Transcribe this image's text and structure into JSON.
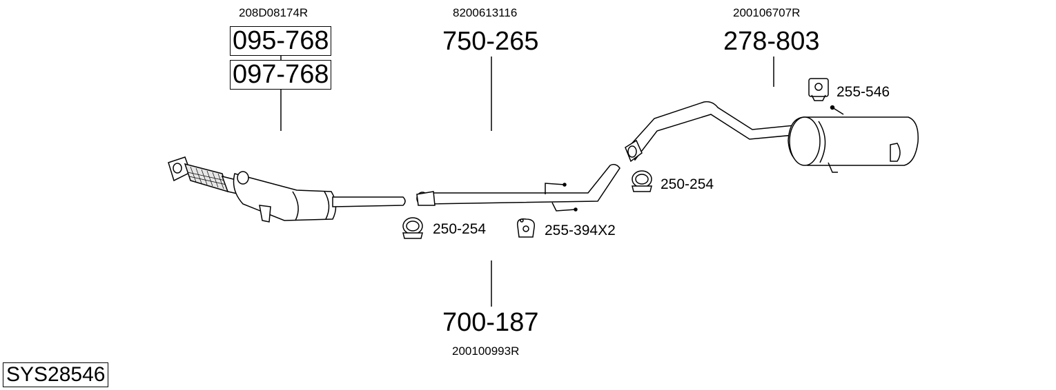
{
  "system": {
    "code": "SYS28546"
  },
  "parts": {
    "front": {
      "oem": "208D08174R",
      "primary": "095-768",
      "alternative": "097-768"
    },
    "middle_pipe": {
      "oem": "8200613116",
      "number": "750-265"
    },
    "rear_silencer": {
      "oem": "200106707R",
      "number": "278-803"
    },
    "front_pipe": {
      "oem": "200100993R",
      "number": "700-187"
    }
  },
  "accessories": {
    "rear_mount": {
      "label": "255-546",
      "icon": "rubber-mount-icon"
    },
    "clamp_right": {
      "label": "250-254",
      "icon": "clamp-icon"
    },
    "clamp_left": {
      "label": "250-254",
      "icon": "clamp-icon"
    },
    "hanger_middle": {
      "label": "255-394X2",
      "icon": "rubber-hanger-icon"
    }
  }
}
